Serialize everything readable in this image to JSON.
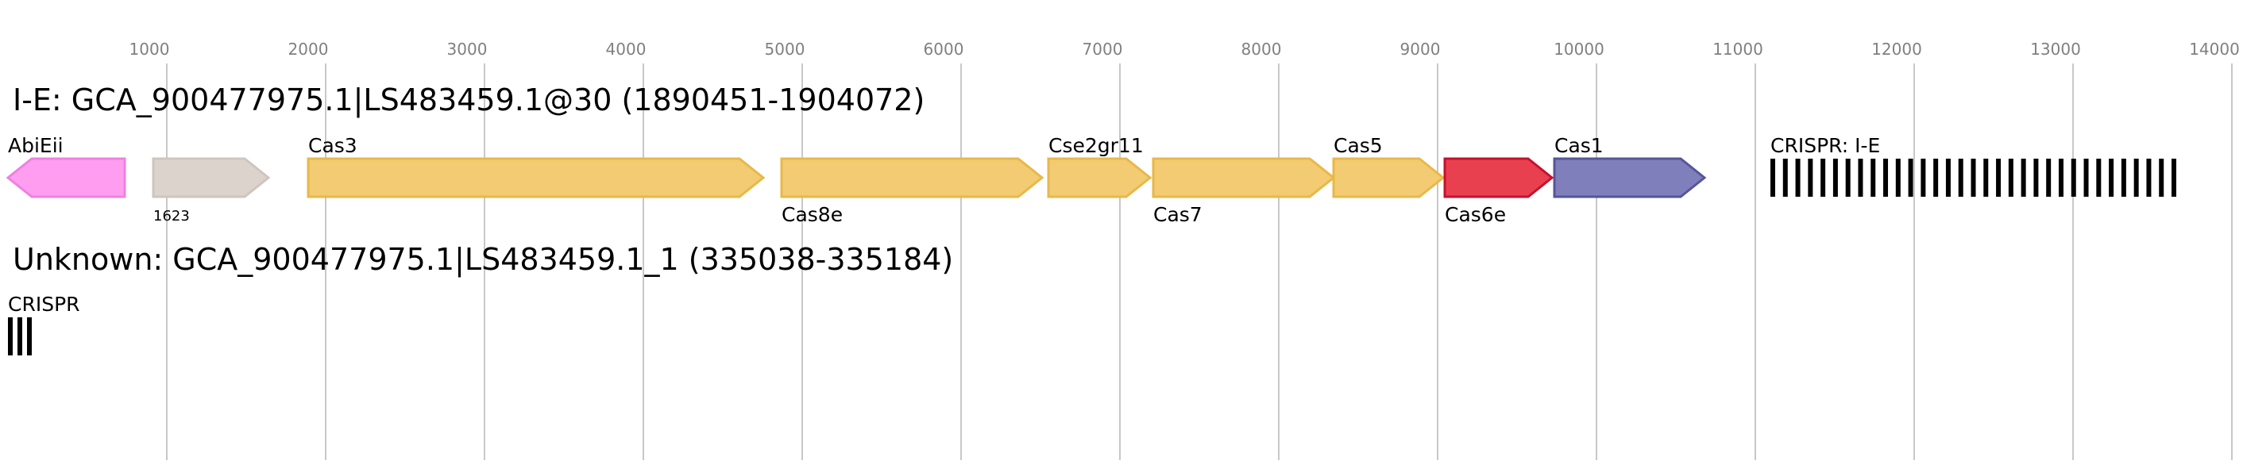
{
  "axis": {
    "ticks": [
      "1000",
      "2000",
      "3000",
      "4000",
      "5000",
      "6000",
      "7000",
      "8000",
      "9000",
      "10000",
      "11000",
      "12000",
      "13000",
      "14000"
    ]
  },
  "tracks": [
    {
      "title": "I-E: GCA_900477975.1|LS483459.1@30 (1890451-1904072)",
      "genes": [
        {
          "label": "AbiEii",
          "label_pos": "above",
          "dir": "rev",
          "color": "#ff9ef0",
          "stroke": "#f080e0"
        },
        {
          "label": "1623",
          "label_pos": "below-small",
          "dir": "fwd",
          "color": "#dcd3cd",
          "stroke": "#cfc5be"
        },
        {
          "label": "Cas3",
          "label_pos": "above",
          "dir": "fwd",
          "color": "#f2cb72",
          "stroke": "#e8b84a"
        },
        {
          "label": "Cas8e",
          "label_pos": "below",
          "dir": "fwd",
          "color": "#f2cb72",
          "stroke": "#e8b84a"
        },
        {
          "label": "Cse2gr11",
          "label_pos": "above",
          "dir": "fwd",
          "color": "#f2cb72",
          "stroke": "#e8b84a"
        },
        {
          "label": "Cas7",
          "label_pos": "below",
          "dir": "fwd",
          "color": "#f2cb72",
          "stroke": "#e8b84a"
        },
        {
          "label": "Cas5",
          "label_pos": "above",
          "dir": "fwd",
          "color": "#f2cb72",
          "stroke": "#e8b84a"
        },
        {
          "label": "Cas6e",
          "label_pos": "below",
          "dir": "fwd",
          "color": "#e8404f",
          "stroke": "#c8102e"
        },
        {
          "label": "Cas1",
          "label_pos": "above",
          "dir": "fwd",
          "color": "#7f7fbb",
          "stroke": "#55559a"
        }
      ],
      "crispr": {
        "label": "CRISPR: I-E",
        "count": 33
      }
    },
    {
      "title": "Unknown: GCA_900477975.1|LS483459.1_1 (335038-335184)",
      "genes": [],
      "crispr": {
        "label": "CRISPR",
        "count": 3
      }
    }
  ]
}
